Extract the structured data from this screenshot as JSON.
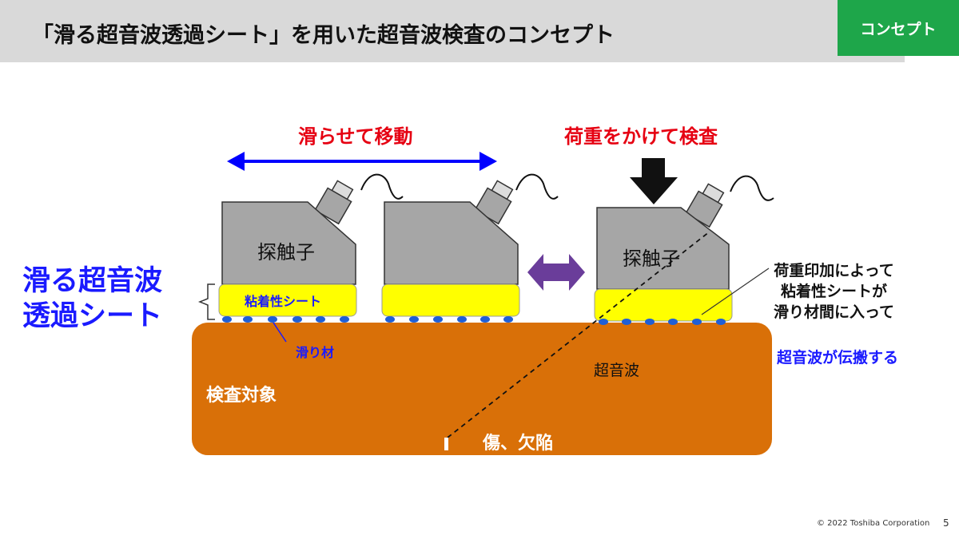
{
  "header": {
    "title": "「滑る超音波透過シート」を用いた超音波検査のコンセプト",
    "tag": "コンセプト"
  },
  "diagram": {
    "slide_label": "滑らせて移動",
    "load_label": "荷重をかけて検査",
    "probe_label_1": "探触子",
    "probe_label_2": "探触子",
    "sheet_title_line1": "滑る超音波",
    "sheet_title_line2": "透過シート",
    "adhesive_label": "粘着性シート",
    "lubricant_label": "滑り材",
    "target_label": "検査対象",
    "ultrasound_label": "超音波",
    "defect_label": "傷、欠陥",
    "note_line1": "荷重印加によって",
    "note_line2": "粘着性シートが",
    "note_line3": "滑り材間に入って",
    "propagation_label": "超音波が伝搬する"
  },
  "colors": {
    "header_bg": "#d9d9d9",
    "tag_bg": "#1ea64a",
    "probe": "#a6a6a6",
    "sheet": "#ffff00",
    "lubricant": "#1f5fd6",
    "target": "#d97008",
    "slide_arrow": "#0000ff",
    "swap_arrow": "#6a3d9a"
  },
  "footer": {
    "copyright": "© 2022 Toshiba Corporation",
    "page": "5"
  }
}
